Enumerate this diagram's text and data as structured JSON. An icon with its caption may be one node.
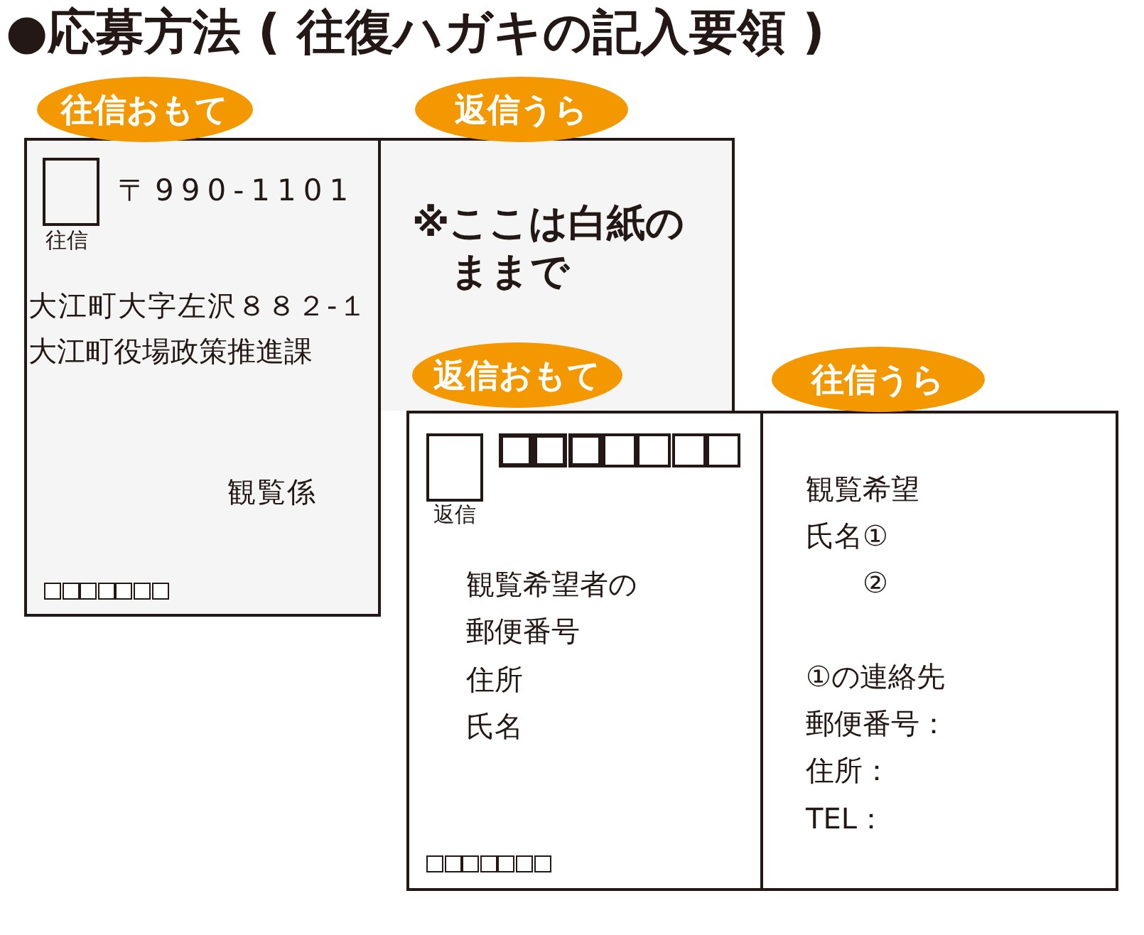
{
  "diagram": {
    "title": "●応募方法 ( 往復ハガキの記入要領 )",
    "nodes": [
      {
        "text": [
          "往信おもて"
        ]
      },
      {
        "text": [
          "返信うら"
        ]
      },
      {
        "text": [
          "〒990-1101",
          "大江町大字左沢８８２-１",
          "大江町役場政策推進課",
          "観覧係"
        ]
      },
      {
        "text": [],
        "shape": "box",
        "beside": [
          "往信"
        ],
        "in": 2
      },
      {
        "text": [
          "※ここは白紙のままで"
        ]
      },
      {
        "text": [
          "返信おもて"
        ],
        "in": 4
      },
      {
        "text": [
          "往信うら"
        ]
      },
      {
        "text": [
          "観覧希望者の",
          "郵便番号",
          "住所",
          "氏名"
        ]
      },
      {
        "text": [],
        "shape": "box",
        "beside": [
          "返信"
        ],
        "in": 7
      },
      {
        "text": [
          "観覧希望",
          "氏名①",
          "②",
          "①の連絡先",
          "郵便番号：",
          "住所：",
          "TEL："
        ]
      }
    ]
  }
}
